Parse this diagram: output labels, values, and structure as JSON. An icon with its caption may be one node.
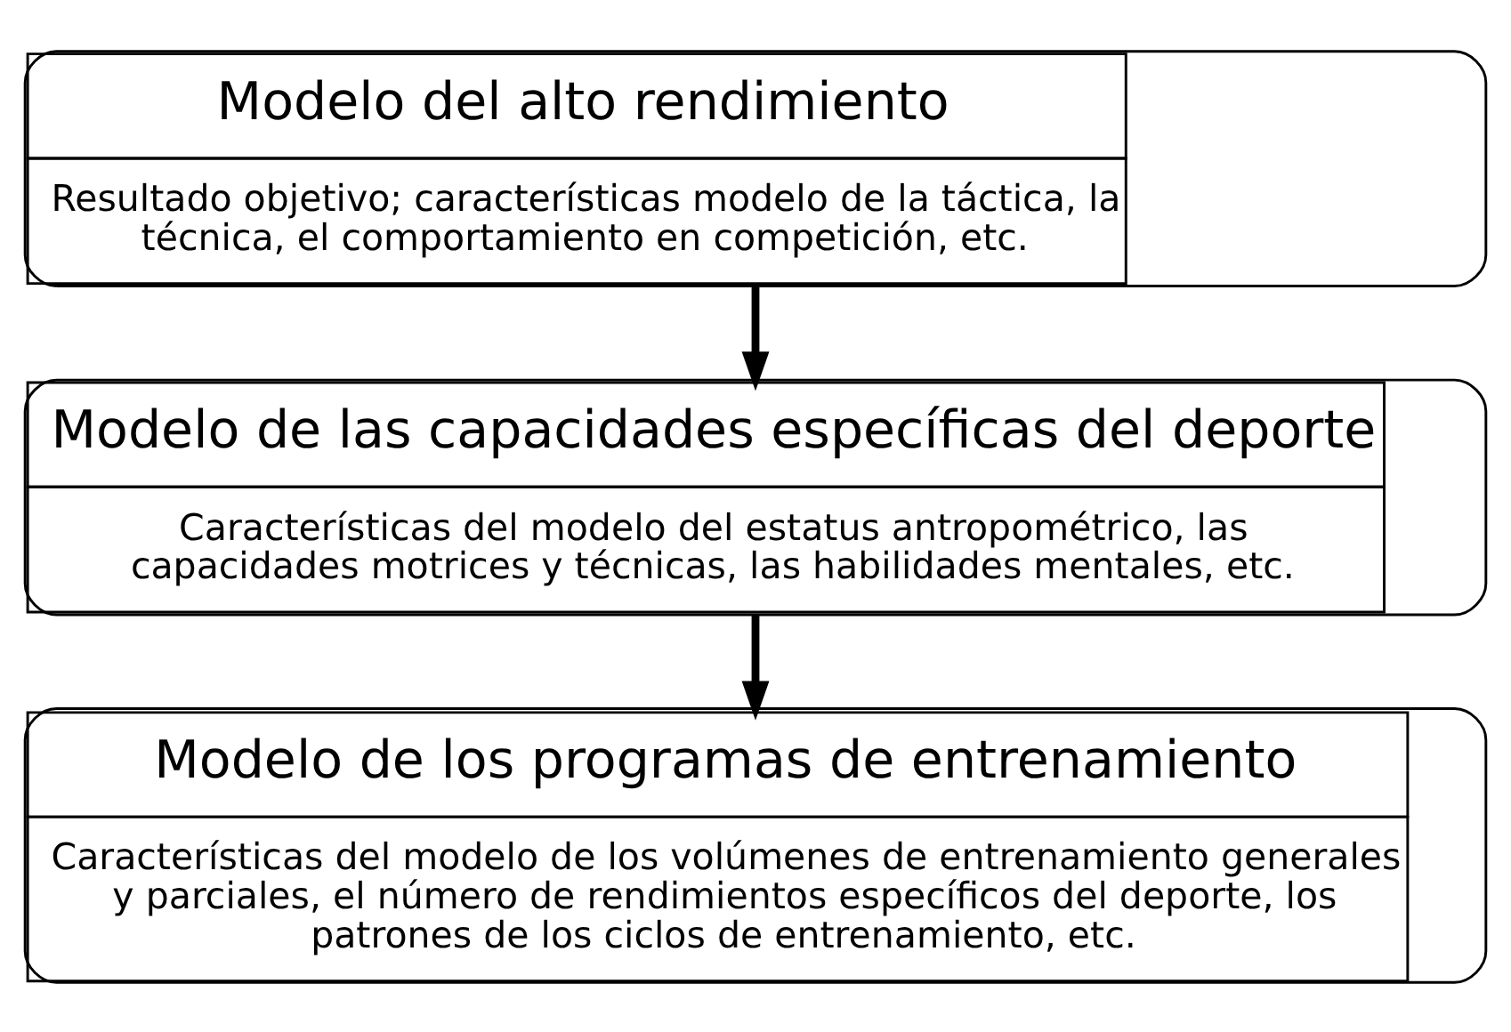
{
  "diagram": {
    "nodes": [
      {
        "text": [
          "Modelo del alto rendimiento",
          "Resultado objetivo; características modelo de la táctica, la técnica, el comportamiento en competición, etc."
        ]
      },
      {
        "text": [
          "Modelo de las capacidades específicas del deporte",
          "Características del modelo del estatus antropométrico, las capacidades motrices y técnicas, las habilidades mentales, etc."
        ]
      },
      {
        "text": [
          "Modelo de los programas de entrenamiento",
          "Características del modelo de los volúmenes de entrenamiento generales y parciales, el número de rendimientos específicos del deporte, los patrones de los ciclos de entrenamiento, etc."
        ]
      }
    ],
    "edges": [
      {
        "from": 0,
        "to": 1,
        "arrow": "to"
      },
      {
        "from": 1,
        "to": 2,
        "arrow": "to"
      }
    ]
  }
}
